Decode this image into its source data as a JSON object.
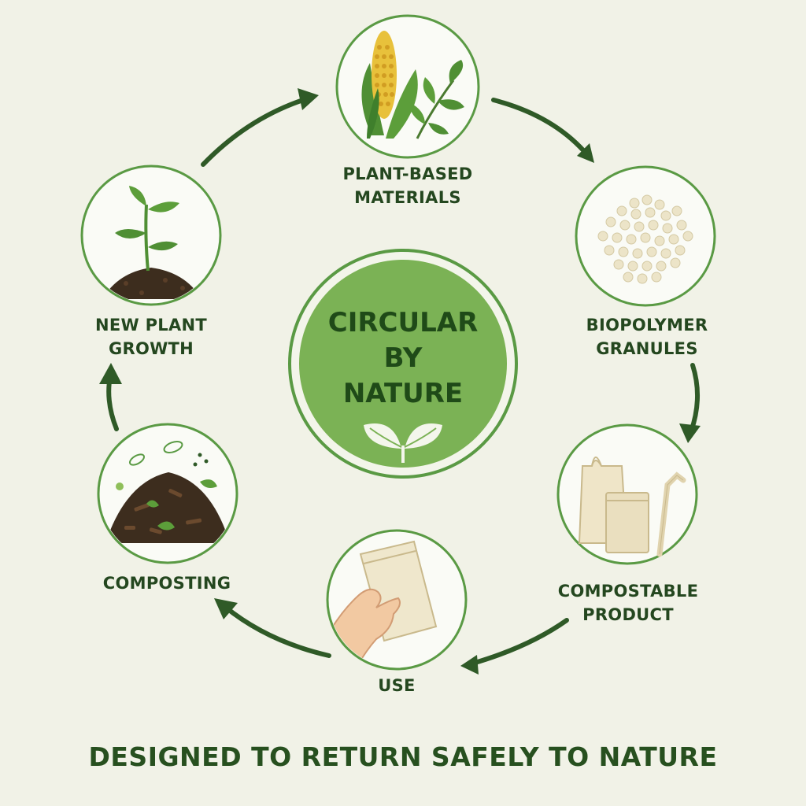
{
  "title": {
    "lines": [
      "CIRCULAR",
      "BY",
      "NATURE"
    ]
  },
  "steps": [
    {
      "label_lines": [
        "PLANT-BASED",
        "MATERIALS"
      ],
      "icon": "corn-and-leaves-icon"
    },
    {
      "label_lines": [
        "BIOPOLYMER",
        "GRANULES"
      ],
      "icon": "granules-icon"
    },
    {
      "label_lines": [
        "COMPOSTABLE",
        "PRODUCT"
      ],
      "icon": "bags-and-straw-icon"
    },
    {
      "label_lines": [
        "USE"
      ],
      "icon": "hand-holding-pouch-icon"
    },
    {
      "label_lines": [
        "COMPOSTING"
      ],
      "icon": "compost-pile-icon"
    },
    {
      "label_lines": [
        "NEW PLANT",
        "GROWTH"
      ],
      "icon": "seedling-icon"
    }
  ],
  "footer": {
    "tagline": "DESIGNED TO RETURN SAFELY TO NATURE"
  },
  "colors": {
    "background": "#f1f2e7",
    "ring": "#5a9a44",
    "center_fill": "#7bb255",
    "arrow": "#2f5a27",
    "text": "#24471f"
  }
}
